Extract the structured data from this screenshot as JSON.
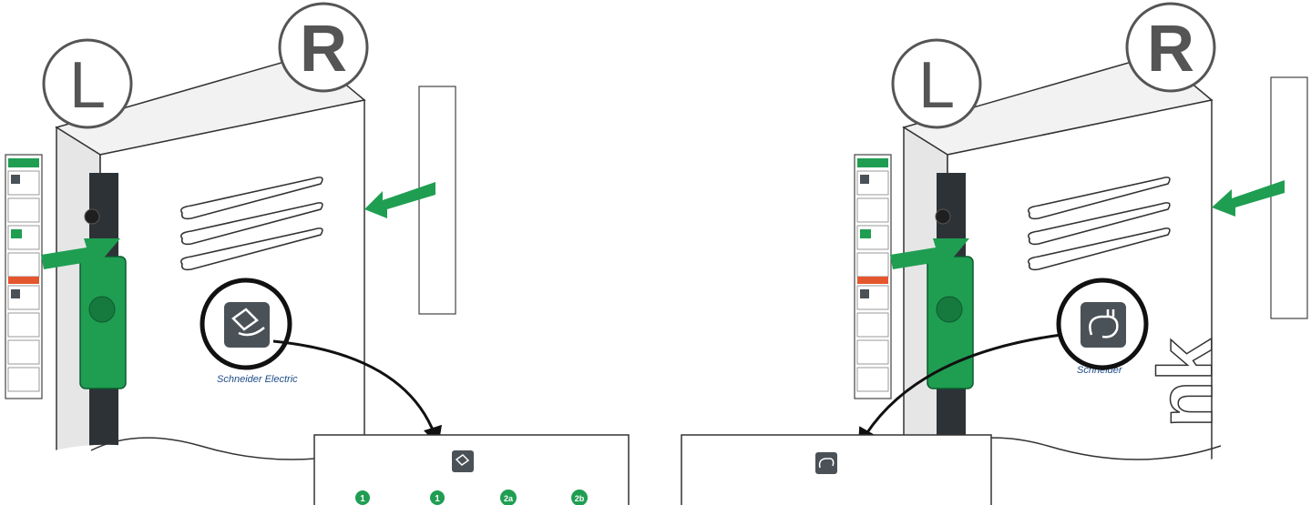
{
  "illustration": {
    "left_panel": {
      "side_badges": [
        "L",
        "R"
      ],
      "brand_text": "Schneider Electric",
      "zoom_icon": "card-reader-hand-icon",
      "step_badges": [
        "1",
        "1",
        "2a",
        "2b"
      ]
    },
    "right_panel": {
      "side_badges": [
        "L",
        "R"
      ],
      "brand_text": "Schneider",
      "zoom_icon": "plug-charging-icon",
      "side_lettering": "nk"
    },
    "colors": {
      "accent_green": "#1f9e52",
      "dark_body": "#2d3237",
      "icon_grey": "#4a5157",
      "outline": "#333333"
    }
  }
}
